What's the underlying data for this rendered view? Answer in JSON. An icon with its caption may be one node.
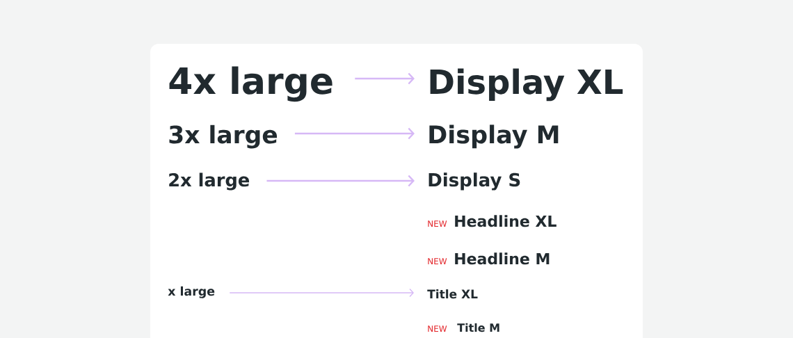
{
  "diagram": {
    "nodes": [
      {
        "text": [
          "4x large"
        ]
      },
      {
        "text": [
          "Display XL"
        ]
      },
      {
        "text": [
          "3x large"
        ]
      },
      {
        "text": [
          "Display M"
        ]
      },
      {
        "text": [
          "2x large"
        ]
      },
      {
        "text": [
          "Display S"
        ]
      },
      {
        "text": [
          "Headline XL"
        ],
        "beside": [
          "NEW"
        ]
      },
      {
        "text": [
          "Headline M"
        ],
        "beside": [
          "NEW"
        ]
      },
      {
        "text": [
          "x large"
        ]
      },
      {
        "text": [
          "Title XL"
        ]
      },
      {
        "text": [
          "Title M"
        ],
        "beside": [
          "NEW"
        ]
      }
    ],
    "edges": [
      {
        "from": 0,
        "to": 1,
        "arrow": "to"
      },
      {
        "from": 2,
        "to": 3,
        "arrow": "to"
      },
      {
        "from": 4,
        "to": 5,
        "arrow": "to"
      },
      {
        "from": 8,
        "to": 9,
        "arrow": "to"
      }
    ]
  }
}
